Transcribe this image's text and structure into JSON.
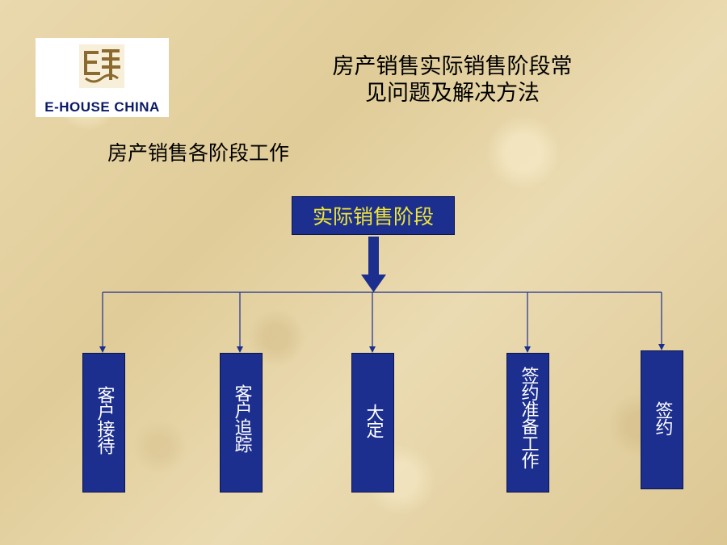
{
  "logo": {
    "brand_text": "E-HOUSE CHINA",
    "mark_icon": "e-house-seal-logo-icon"
  },
  "title": "房产销售实际销售阶段常见问题及解决方法",
  "title_lines": [
    "房产销售实际销售阶段常",
    "见问题及解决方法"
  ],
  "section_heading": "房产销售各阶段工作",
  "diagram": {
    "root": "实际销售阶段",
    "stages": [
      "客户接待",
      "客户追踪",
      "大定",
      "签约准备工作",
      "签约"
    ]
  },
  "colors": {
    "node_fill": "#1c2f8e",
    "root_text": "#f0e634",
    "stage_text": "#ffffff",
    "connector": "#1c2f8e"
  }
}
